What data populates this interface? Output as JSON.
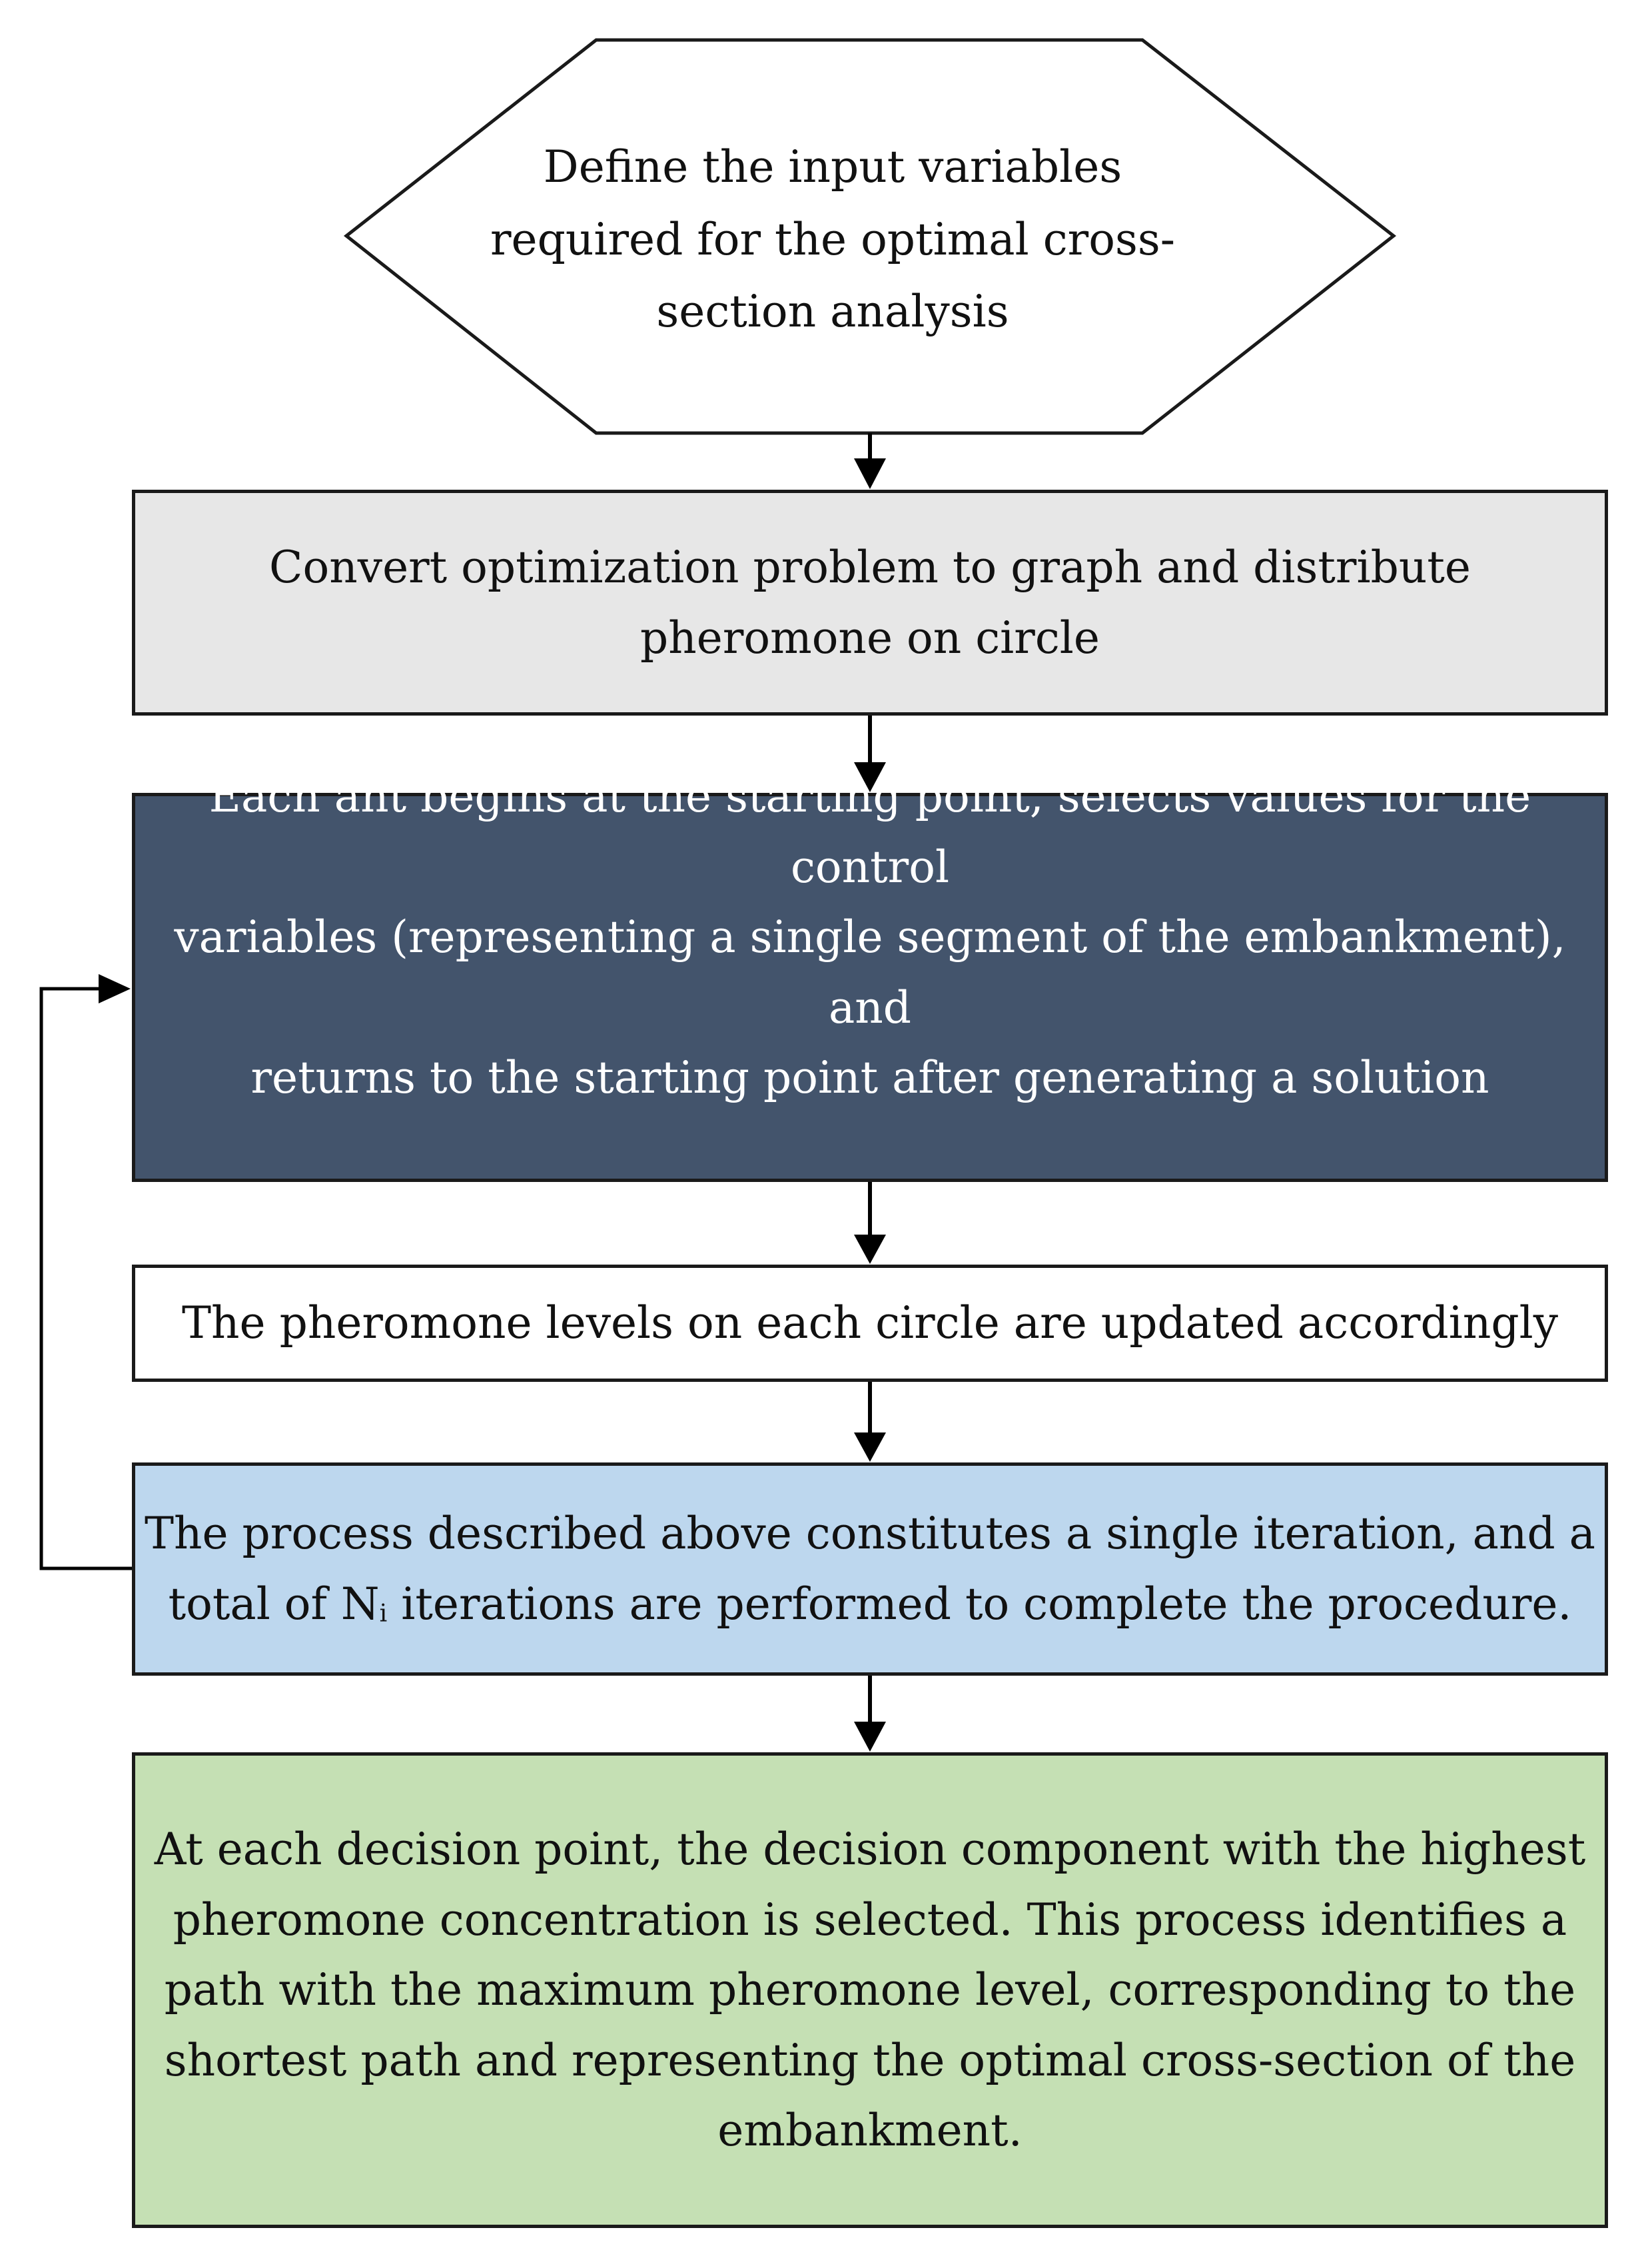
{
  "nodes": {
    "start": {
      "shape": "hexagon",
      "lines": [
        "Define the input variables",
        "required for the optimal cross-",
        "section analysis"
      ]
    },
    "convert": {
      "fill": "#e7e7e7",
      "lines": [
        "Convert optimization problem to graph and distribute",
        "pheromone on circle"
      ]
    },
    "ants": {
      "fill": "#43546c",
      "text_color": "#ffffff",
      "lines": [
        "Each ant begins at the starting point, selects values for the control",
        "variables (representing a single segment of the embankment), and",
        "returns to the starting point after generating a solution"
      ]
    },
    "update": {
      "fill": "#ffffff",
      "lines": [
        "The pheromone levels on each circle are updated accordingly"
      ]
    },
    "iterate": {
      "fill": "#bdd7ee",
      "line1": "The process described above constitutes a single iteration, and a",
      "line2_prefix": "total of N",
      "line2_sub": "i",
      "line2_suffix": " iterations are performed to complete the procedure."
    },
    "final": {
      "fill": "#c5e0b4",
      "lines": [
        "At each decision point, the decision component with the highest",
        "pheromone concentration is selected. This process identifies a",
        "path with the maximum pheromone level, corresponding to the",
        "shortest path and representing the optimal cross-section of the",
        "embankment."
      ]
    }
  },
  "edges": [
    {
      "from": "start",
      "to": "convert"
    },
    {
      "from": "convert",
      "to": "ants"
    },
    {
      "from": "ants",
      "to": "update"
    },
    {
      "from": "update",
      "to": "iterate"
    },
    {
      "from": "iterate",
      "to": "final"
    },
    {
      "from": "iterate",
      "to": "ants",
      "type": "feedback-loop"
    }
  ]
}
